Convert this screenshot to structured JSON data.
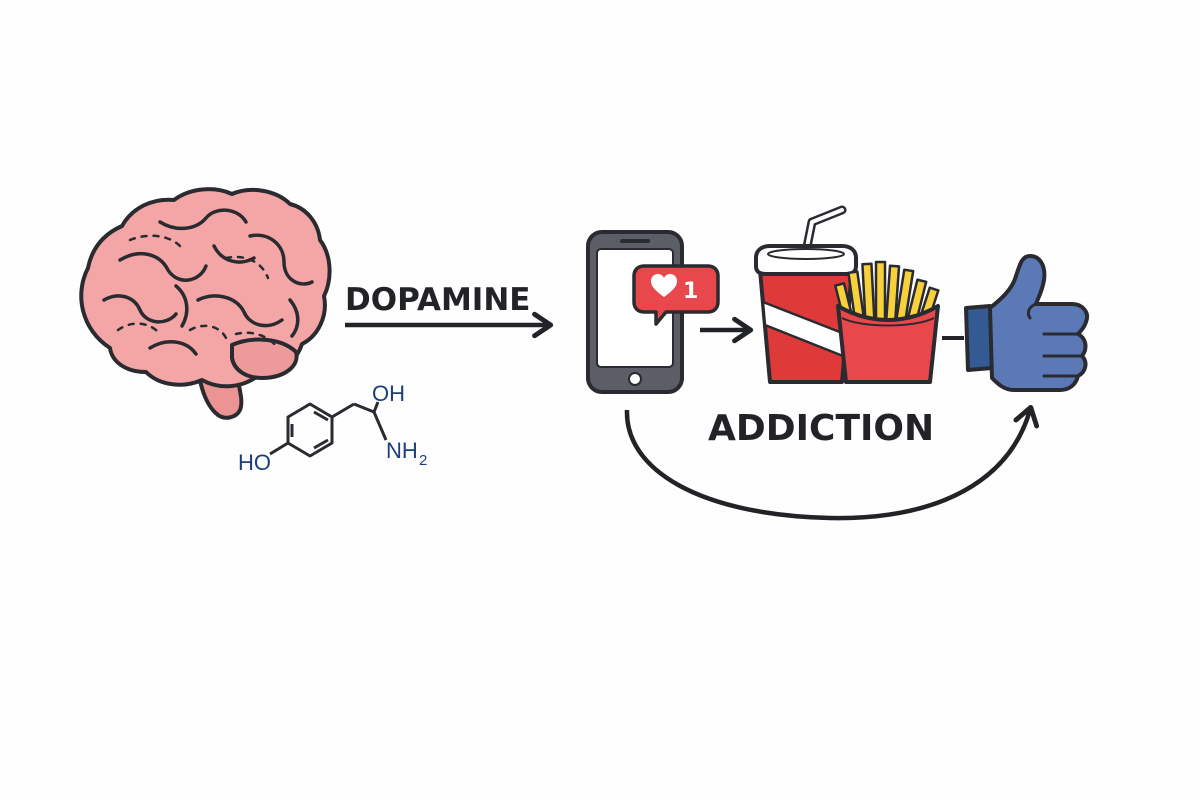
{
  "labels": {
    "dopamine": "DOPAMINE",
    "addiction": "ADDICTION"
  },
  "molecule": {
    "hydroxyl_top": "OH",
    "hydroxyl_left": "HO",
    "amine": "NH",
    "amine_subscript": "2"
  },
  "notification": {
    "count": "1"
  },
  "icons": {
    "brain": "brain-icon",
    "molecule": "dopamine-molecule-icon",
    "phone": "smartphone-icon",
    "notification": "like-notification-icon",
    "soda": "soda-cup-icon",
    "fries": "french-fries-icon",
    "thumb": "thumbs-up-icon"
  },
  "colors": {
    "brain_fill": "#f4a6a6",
    "outline": "#2a2b30",
    "phone_body": "#5b5e66",
    "notification": "#e8484b",
    "soda_red": "#de3a3a",
    "fries_yellow": "#f7d03c",
    "thumb_blue": "#5a79b6",
    "cuff_blue": "#345a93",
    "chem_blue": "#1c3f7c"
  }
}
